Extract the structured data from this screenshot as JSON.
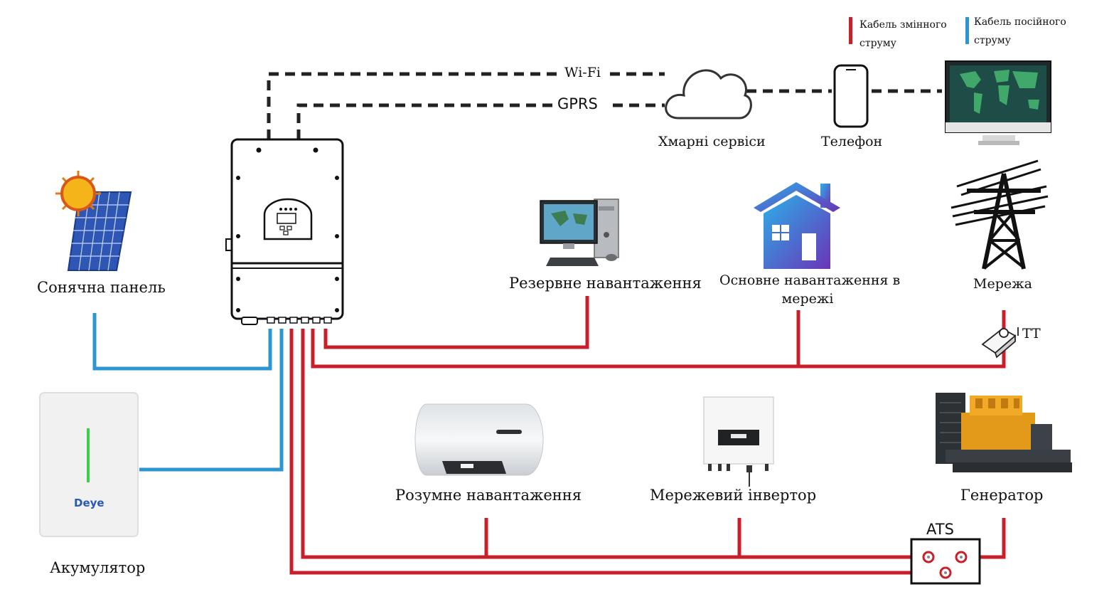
{
  "legend": {
    "ac_label_line1": "Кабель змінного",
    "ac_label_line2": "струму",
    "dc_label_line1": "Кабель посійного",
    "dc_label_line2": "струму",
    "ac_color": "#c8202a",
    "dc_color": "#2e95d3"
  },
  "links": {
    "wifi": "Wi-Fi",
    "gprs": "GPRS"
  },
  "nodes": {
    "cloud": "Хмарні сервіси",
    "phone": "Телефон",
    "solar": "Сонячна панель",
    "backup_load": "Резервне навантаження",
    "main_load_line1": "Основне навантаження в",
    "main_load_line2": "мережі",
    "grid": "Мережа",
    "ct": "TT",
    "battery": "Акумулятор",
    "battery_brand": "Deye",
    "smart_load": "Розумне навантаження",
    "grid_inverter": "Мережевий інвертор",
    "generator": "Генератор",
    "ats": "ATS"
  }
}
